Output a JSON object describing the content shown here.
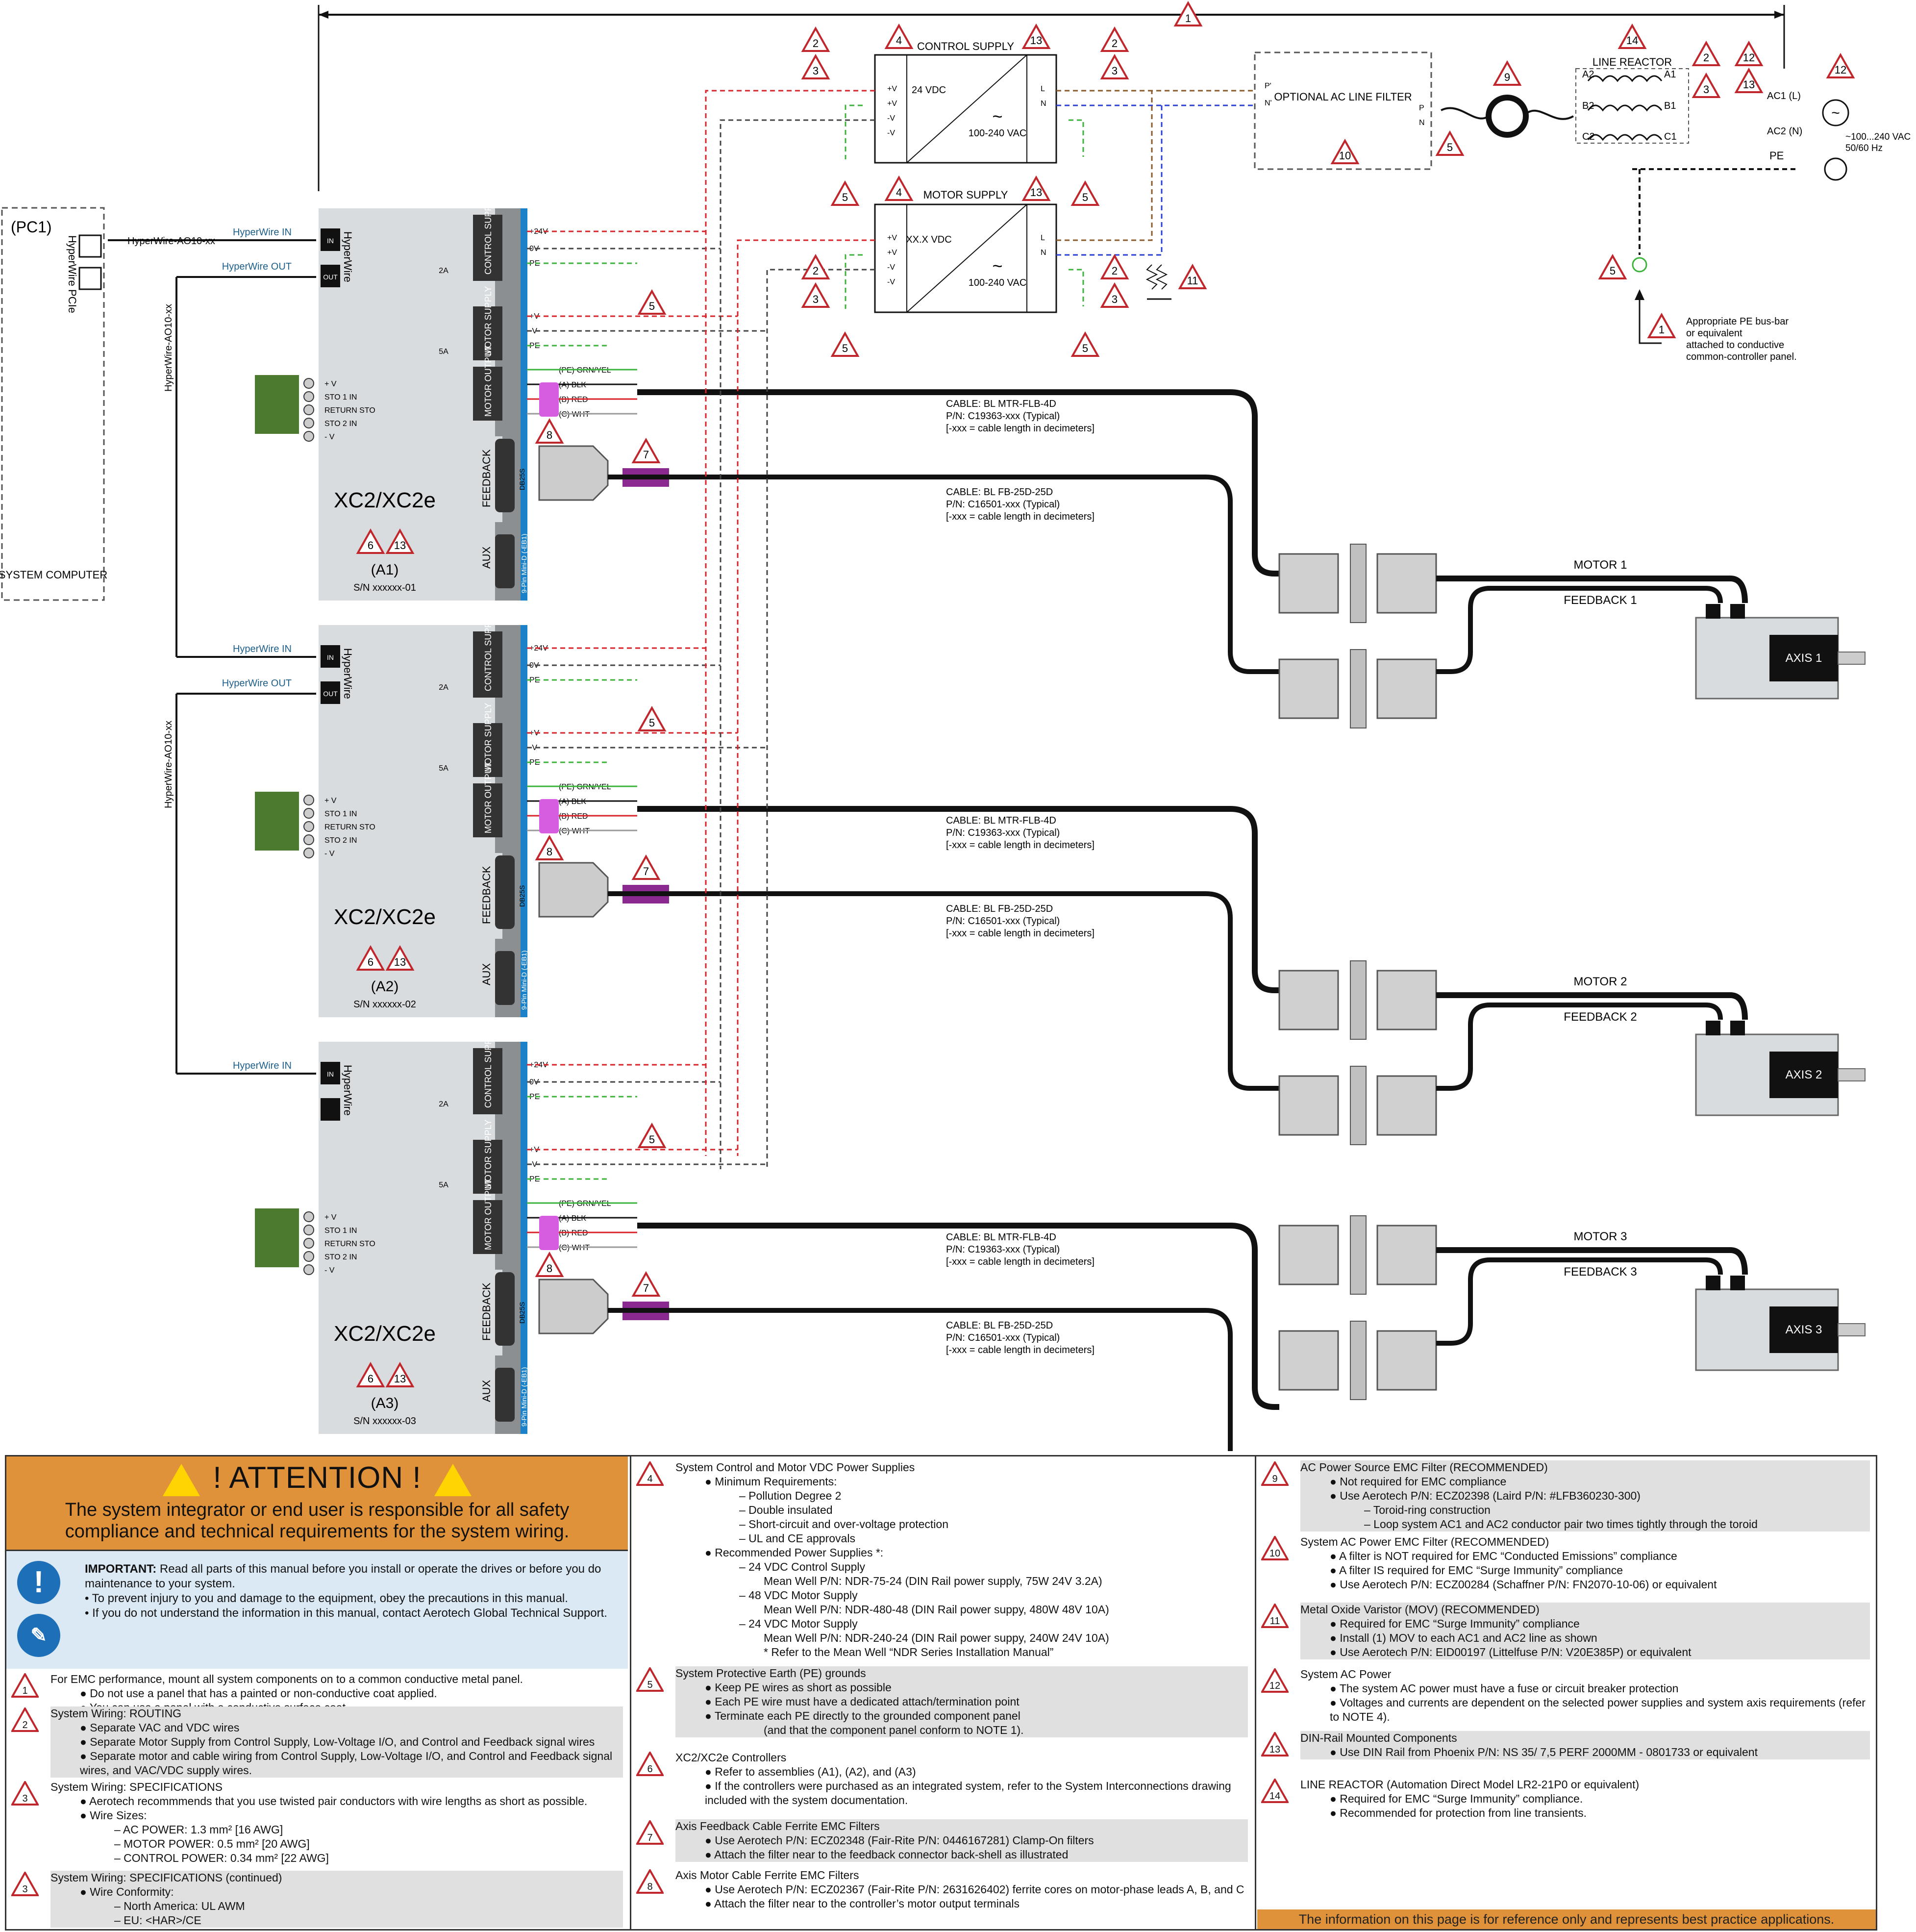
{
  "top": {
    "pc1_label": "(PC1)",
    "pc1_card": "HyperWire PCIe",
    "pc1_system": "SYSTEM COMPUTER",
    "hw_cable_main": "HyperWire-AO10-xx",
    "hw_in": "HyperWire IN",
    "hw_out": "HyperWire OUT",
    "hyperwire": "HyperWire",
    "in": "IN",
    "out": "OUT",
    "control_supply": "CONTROL SUPPLY",
    "motor_supply": "MOTOR SUPPLY",
    "ctrl_vdc": "24 VDC",
    "motor_vdc": "XX.X VDC",
    "vac": "100-240 VAC",
    "optional_filter": "OPTIONAL AC LINE FILTER",
    "line_reactor": "LINE REACTOR",
    "ac1": "AC1 (L)",
    "ac2": "AC2 (N)",
    "pe": "PE",
    "ac_source": "~100...240 VAC 50/60 Hz",
    "pe_busbar": "Appropriate PE bus-bar or equivalent attached to conductive common-controller panel."
  },
  "controllers": [
    {
      "model": "XC2/XC2e",
      "assembly": "(A1)",
      "serial": "S/N xxxxxx-01",
      "motor": "MOTOR 1",
      "feedback": "FEEDBACK 1",
      "axis": "AXIS 1"
    },
    {
      "model": "XC2/XC2e",
      "assembly": "(A2)",
      "serial": "S/N xxxxxx-02",
      "motor": "MOTOR 2",
      "feedback": "FEEDBACK 2",
      "axis": "AXIS 2"
    },
    {
      "model": "XC2/XC2e",
      "assembly": "(A3)",
      "serial": "S/N xxxxxx-03",
      "motor": "MOTOR 3",
      "feedback": "FEEDBACK 3",
      "axis": "AXIS 3"
    }
  ],
  "ports": {
    "ctrl_supply": "CONTROL SUPPLY",
    "motor_supply": "MOTOR SUPPLY",
    "motor_output": "MOTOR OUTPUT",
    "feedback": "FEEDBACK",
    "aux": "AUX",
    "db25": "DB25S",
    "aux_conn": "9-Pin Mini-D (-EB1)",
    "fuse_ctrl": "2A",
    "fuse_motor": "5A",
    "sto": [
      "+ V",
      "STO 1 IN",
      "RETURN STO",
      "STO 2 IN",
      "- V"
    ],
    "motor_wires": [
      "(PE) GRN/YEL",
      "(A) BLK",
      "(B) RED",
      "(C) WHT"
    ]
  },
  "cables": {
    "mtr": [
      "CABLE: BL MTR-FLB-4D",
      "P/N: C19363-xxx (Typical)",
      "[-xxx = cable length in decimeters]"
    ],
    "fb": [
      "CABLE: BL FB-25D-25D",
      "P/N: C16501-xxx (Typical)",
      "[-xxx = cable length in decimeters]"
    ]
  },
  "attention": {
    "title": "! ATTENTION !",
    "text": "The system integrator or end user is responsible for all safety compliance and technical requirements for the system wiring.",
    "important_label": "IMPORTANT:",
    "important": [
      "Read all parts of this manual before you install or operate the drives or before you do maintenance to your system.",
      "• To prevent injury to you and damage to the equipment, obey the precautions in this manual.",
      "• If you do not understand the information in this manual, contact Aerotech Global Technical Support."
    ]
  },
  "notes": [
    {
      "num": "1",
      "lines": [
        "For EMC performance, mount all system components on to a common conductive metal panel.",
        "● Do not use a panel that has a painted or non-conductive coat applied.",
        "● You can use a panel with a conductive surface coat."
      ]
    },
    {
      "num": "2",
      "lines": [
        "System Wiring: ROUTING",
        "● Separate VAC and VDC wires",
        "● Separate Motor Supply from Control Supply, Low-Voltage I/O, and Control and Feedback signal wires",
        "● Separate motor and cable wiring from Control Supply, Low-Voltage I/O, and Control and Feedback signal wires, and VAC/VDC supply wires."
      ]
    },
    {
      "num": "3",
      "lines": [
        "System Wiring: SPECIFICATIONS",
        "● Aerotech recommmends that you use twisted pair conductors with wire lengths as short as possible.",
        "● Wire Sizes:",
        "– AC POWER: 1.3 mm² [16 AWG]",
        "– MOTOR POWER: 0.5 mm² [20 AWG]",
        "– CONTROL POWER: 0.34 mm² [22 AWG]"
      ]
    },
    {
      "num": "3",
      "lines": [
        "System Wiring: SPECIFICATIONS (continued)",
        "● Wire Conformity:",
        "– North America: UL AWM",
        "– EU: <HAR>/CE"
      ]
    },
    {
      "num": "4",
      "lines": [
        "System Control and Motor VDC Power Supplies",
        "● Minimum Requirements:",
        "– Pollution Degree 2",
        "– Double insulated",
        "– Short-circuit and over-voltage protection",
        "– UL and CE approvals",
        "● Recommended Power Supplies *:",
        "– 24 VDC Control Supply",
        "Mean Well P/N: NDR-75-24 (DIN Rail power supply, 75W 24V 3.2A)",
        "– 48 VDC Motor Supply",
        "Mean Well P/N: NDR-480-48 (DIN Rail power suppy, 480W 48V 10A)",
        "– 24 VDC Motor Supply",
        "Mean Well P/N: NDR-240-24 (DIN Rail power suppy, 240W 24V 10A)",
        "* Refer to the Mean Well “NDR Series Installation Manual”"
      ]
    },
    {
      "num": "5",
      "lines": [
        "System Protective Earth (PE) grounds",
        "● Keep PE wires as short as possible",
        "● Each PE wire must have a dedicated attach/termination point",
        "● Terminate each PE directly to the grounded component panel",
        "(and that the component panel conform to NOTE 1)."
      ]
    },
    {
      "num": "6",
      "lines": [
        "XC2/XC2e Controllers",
        "● Refer to assemblies (A1), (A2), and (A3)",
        "● If the controllers were purchased as an integrated system, refer to the System Interconnections drawing included with the system documentation."
      ]
    },
    {
      "num": "7",
      "lines": [
        "Axis Feedback Cable Ferrite EMC Filters",
        "● Use Aerotech P/N: ECZ02348 (Fair-Rite P/N: 0446167281) Clamp-On filters",
        "● Attach the filter near to the feedback connector back-shell as illustrated"
      ]
    },
    {
      "num": "8",
      "lines": [
        "Axis Motor Cable Ferrite EMC Filters",
        "● Use Aerotech P/N: ECZ02367 (Fair-Rite P/N: 2631626402) ferrite cores on motor-phase leads A, B, and C",
        "● Attach the filter near to the controller’s motor output terminals"
      ]
    },
    {
      "num": "9",
      "lines": [
        "AC Power Source EMC Filter (RECOMMENDED)",
        "● Not required for EMC compliance",
        "● Use Aerotech P/N: ECZ02398 (Laird P/N: #LFB360230-300)",
        "– Toroid-ring construction",
        "– Loop system AC1 and AC2 conductor pair two times tightly through the toroid"
      ]
    },
    {
      "num": "10",
      "lines": [
        "System AC Power EMC Filter (RECOMMENDED)",
        "● A filter is NOT required for EMC “Conducted Emissions” compliance",
        "● A filter IS required for EMC “Surge Immunity” compliance",
        "● Use Aerotech P/N: ECZ00284 (Schaffner P/N: FN2070-10-06) or equivalent"
      ]
    },
    {
      "num": "11",
      "lines": [
        "Metal Oxide Varistor (MOV) (RECOMMENDED)",
        "● Required for EMC “Surge Immunity” compliance",
        "● Install (1) MOV to each AC1 and AC2 line as shown",
        "● Use Aerotech P/N: EID00197 (Littelfuse P/N: V20E385P) or equivalent"
      ]
    },
    {
      "num": "12",
      "lines": [
        "System AC Power",
        "● The system AC power must have a fuse or circuit breaker protection",
        "● Voltages and currents are dependent on the selected power supplies and system axis requirements (refer to NOTE 4)."
      ]
    },
    {
      "num": "13",
      "lines": [
        "DIN-Rail Mounted Components",
        "● Use DIN Rail from Phoenix P/N: NS 35/ 7,5 PERF 2000MM - 0801733 or equivalent"
      ]
    },
    {
      "num": "14",
      "lines": [
        "LINE REACTOR (Automation Direct Model LR2-21P0 or equivalent)",
        "● Required for EMC “Surge Immunity” compliance.",
        "● Recommended for protection from line transients."
      ]
    }
  ],
  "footer": "The information on this page is for reference only and represents best practice applications."
}
